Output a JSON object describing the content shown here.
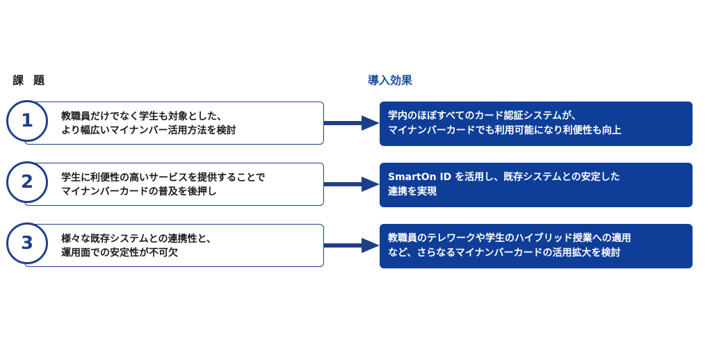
{
  "headings": {
    "issues": "課題",
    "effects": "導入効果"
  },
  "rows": [
    {
      "number": "1",
      "issue": [
        "教職員だけでなく学生も対象とした、",
        "より幅広いマイナンバー活用方法を検討"
      ],
      "effect": [
        "学内のほぼすべてのカード認証システムが、",
        "マイナンバーカードでも利用可能になり利便性も向上"
      ]
    },
    {
      "number": "2",
      "issue": [
        "学生に利便性の高いサービスを提供することで",
        "マイナンバーカードの普及を後押し"
      ],
      "effect": [
        "SmartOn ID を活用し、既存システムとの安定した",
        "連携を実現"
      ]
    },
    {
      "number": "3",
      "issue": [
        "様々な既存システムとの連携性と、",
        "運用面での安定性が不可欠"
      ],
      "effect": [
        "教職員のテレワークや学生のハイブリッド授業への適用",
        "など、さらなるマイナンバーカードの活用拡大を検討"
      ]
    }
  ],
  "colors": {
    "navy": "#1e3f8c",
    "effect_fill": "#0f3e99",
    "heading_blue": "#1f4fa0"
  }
}
